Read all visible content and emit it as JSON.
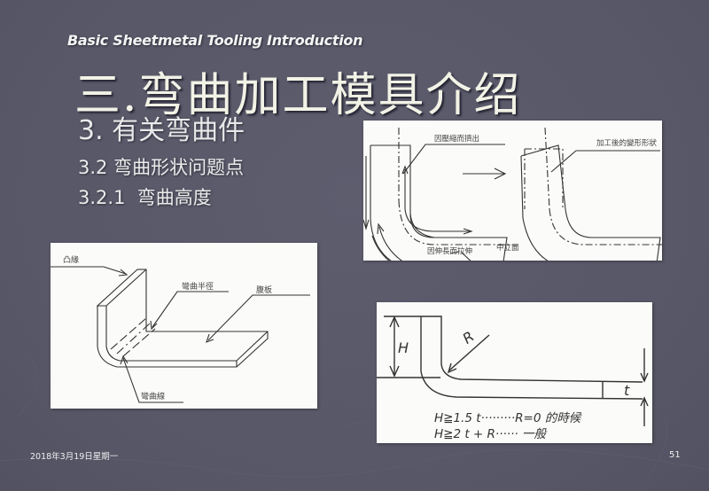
{
  "slide": {
    "subtitle": "Basic Sheetmetal Tooling Introduction",
    "title": "三.弯曲加工模具介绍",
    "heading_1": "3. 有关弯曲件",
    "heading_2": "3.2 弯曲形状问题点",
    "heading_3": "3.2.1  弯曲高度",
    "colors": {
      "background": "#5a5a6a",
      "title_text": "#f2f2e6",
      "body_text": "#ececec",
      "panel": "#fbfbf9",
      "line": "#333333"
    }
  },
  "figures": {
    "deformation": {
      "label_compression": "因壓縮而擠出",
      "label_deformed_shape": "加工後的變形形狀",
      "label_neutral_plane": "中立面",
      "label_tension": "因伸長而拉伸"
    },
    "isometric": {
      "label_flange": "凸緣",
      "label_bend_radius": "彎曲半徑",
      "label_web": "腹板",
      "label_bend_line": "彎曲線"
    },
    "height_rule": {
      "label_H": "H",
      "label_R": "R",
      "label_t": "t",
      "rule_1": "H≧1.5 t·········R=0 的時候",
      "rule_2": "H≧2 t + R······ 一般"
    }
  },
  "footer": {
    "date": "2018年3月19日星期一",
    "page_number": "51"
  }
}
